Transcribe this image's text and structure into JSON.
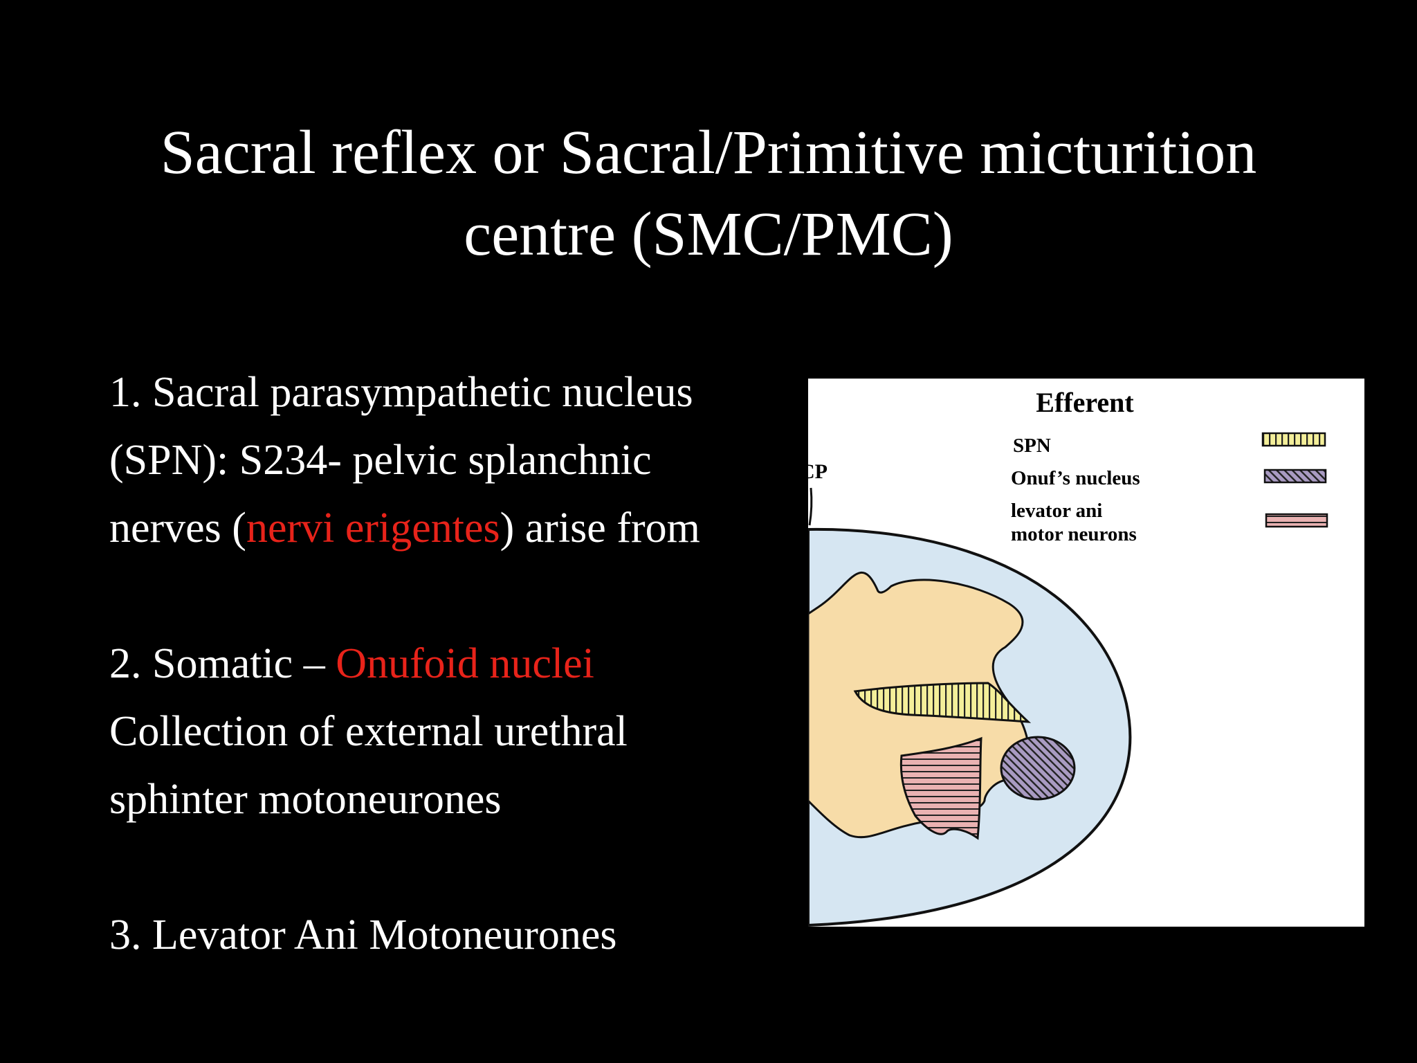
{
  "title": {
    "line1": "Sacral reflex or Sacral/Primitive micturition",
    "line2": "centre (SMC/PMC)"
  },
  "points": {
    "p1": {
      "line1": "1. Sacral parasympathetic nucleus",
      "line2": "(SPN): S234- pelvic splanchnic",
      "line3_pre": "nerves (",
      "line3_highlight": "nervi erigentes",
      "line3_post": ") arise from"
    },
    "p2": {
      "line1_pre": "2.  Somatic – ",
      "line1_highlight": "Onufoid nuclei",
      "line2": "Collection of  external urethral",
      "line3": "sphinter motoneurones"
    },
    "p3": {
      "line1": "3. Levator Ani Motoneurones"
    }
  },
  "diagram": {
    "heading": "Efferent",
    "edge_label": "CP",
    "legend": [
      {
        "label_line1": "SPN",
        "label_line2": "",
        "pattern": "vertical-stripes-yellow"
      },
      {
        "label_line1": "Onuf’s nucleus",
        "label_line2": "",
        "pattern": "diagonal-stripes-purple"
      },
      {
        "label_line1": "levator ani",
        "label_line2": "motor neurons",
        "pattern": "horizontal-stripes-pink"
      }
    ],
    "colors": {
      "cord_fill": "#d6e6f2",
      "grey_matter": "#f7dca8",
      "spn": "#f4ef9a",
      "onuf": "#a99bc2",
      "levator": "#eab2b2",
      "highlight_text": "#e8231a"
    }
  }
}
